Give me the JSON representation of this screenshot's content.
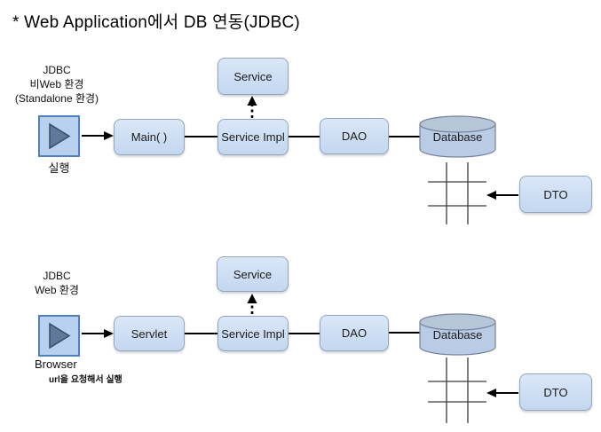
{
  "title": "* Web Application에서 DB 연동(JDBC)",
  "icons": {
    "play": "▶"
  },
  "colors": {
    "box_fill": "#c9dcf3",
    "box_border": "#93a5bd",
    "play_fill": "#b9d0ee",
    "play_border": "#4f81bd",
    "play_triangle": "#60799b",
    "cylinder_body": "#b9cbe5",
    "cylinder_top": "#b7c5d9",
    "connector": "#000000",
    "grid_line": "#3c3c3c"
  },
  "diagram1": {
    "env_line1": "JDBC",
    "env_line2": "비Web 환경",
    "env_line3": "(Standalone 환경)",
    "run_label": "실행",
    "service": "Service",
    "main": "Main( )",
    "service_impl": "Service Impl",
    "dao": "DAO",
    "database": "Database",
    "dto": "DTO"
  },
  "diagram2": {
    "env_line1": "JDBC",
    "env_line2": "Web 환경",
    "browser_label": "Browser",
    "url_note": "url을 요청해서 실행",
    "service": "Service",
    "servlet": "Servlet",
    "service_impl": "Service Impl",
    "dao": "DAO",
    "database": "Database",
    "dto": "DTO"
  }
}
